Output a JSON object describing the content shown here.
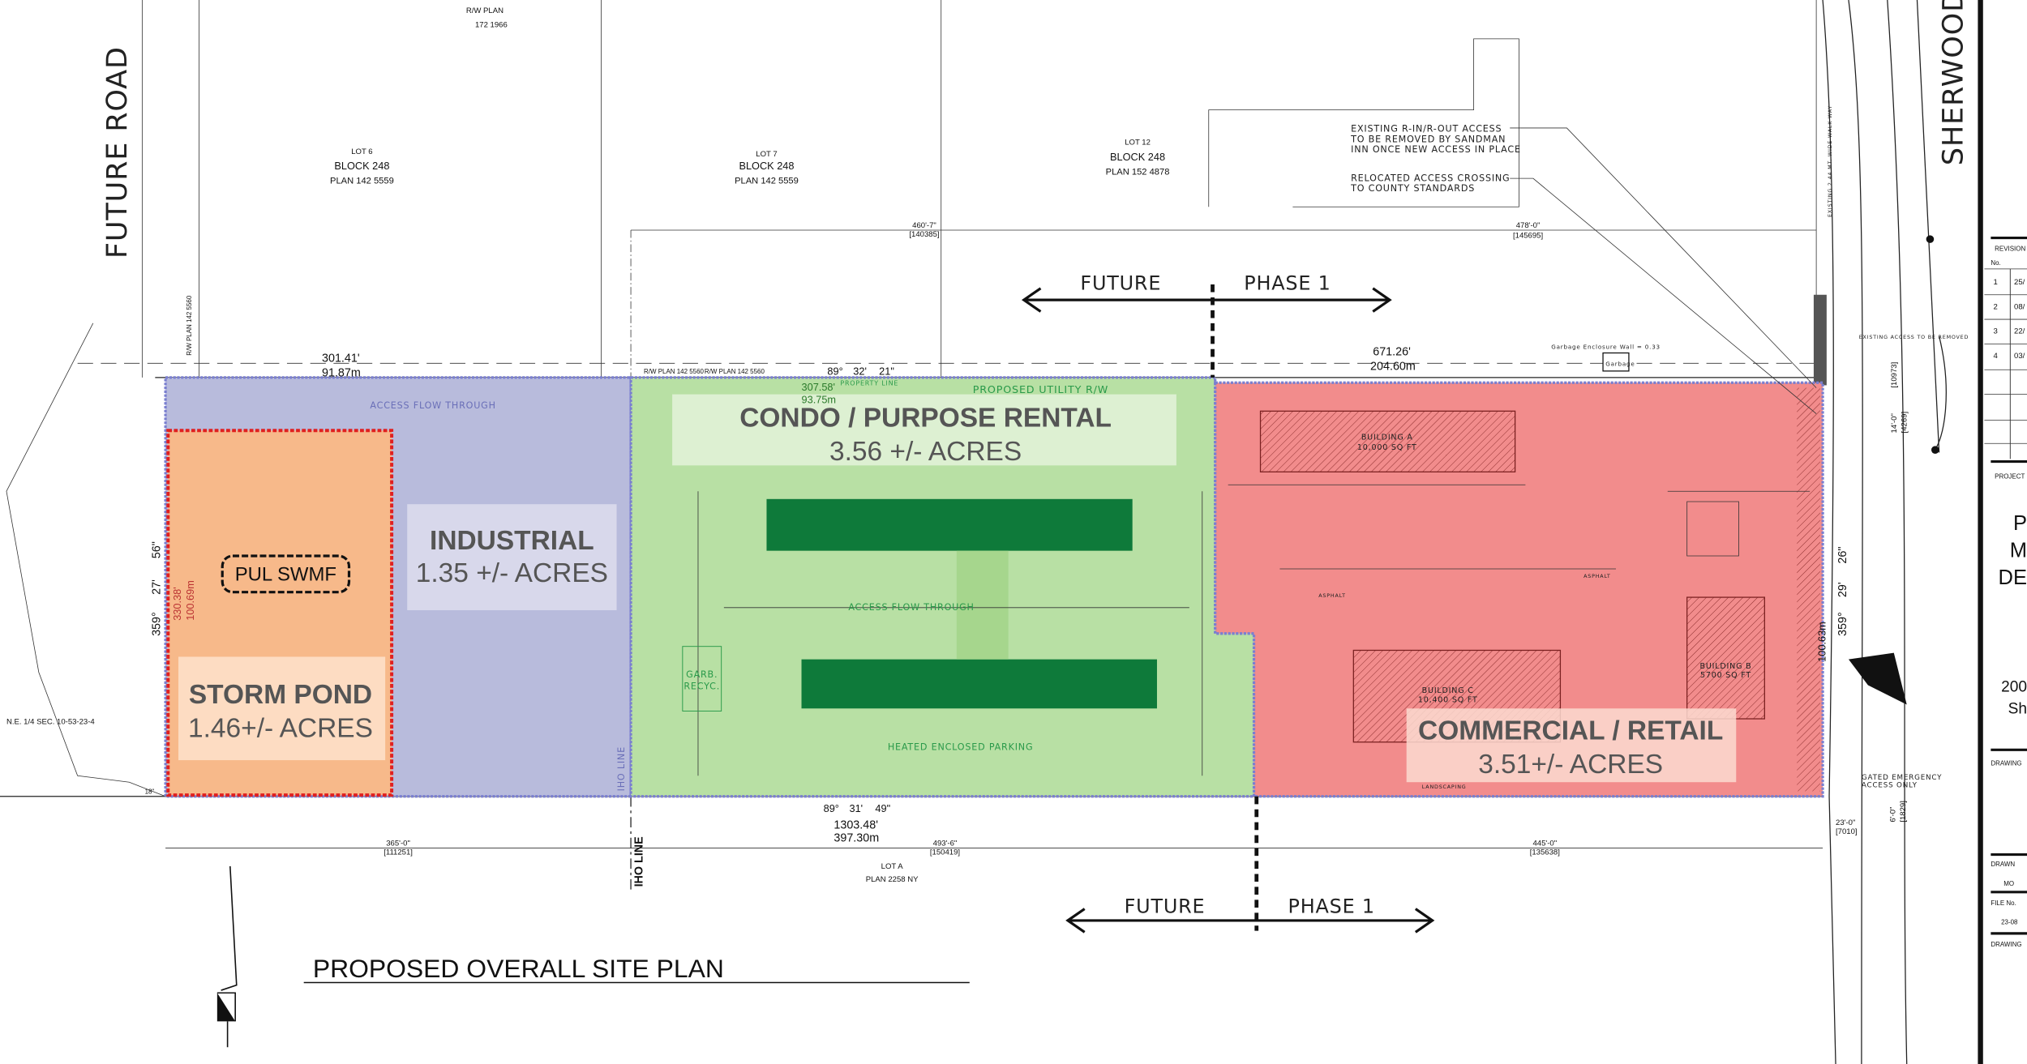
{
  "drawing_title": "PROPOSED OVERALL SITE PLAN",
  "roads": {
    "west": "FUTURE ROAD",
    "east": "SHERWOOD"
  },
  "lots": [
    {
      "lot": "LOT 6",
      "block": "BLOCK 248",
      "plan": "PLAN 142 5559"
    },
    {
      "lot": "LOT 7",
      "block": "BLOCK 248",
      "plan": "PLAN 142 5559"
    },
    {
      "lot": "LOT 12",
      "block": "BLOCK 248",
      "plan": "PLAN 152 4878"
    },
    {
      "lot": "LOT A",
      "plan": "PLAN 2258 NY"
    }
  ],
  "rw_plan_top": {
    "label": "R/W PLAN",
    "number": "172 1966"
  },
  "rw_plan_vertical": "R/W PLAN 142 5560",
  "rw_plan_boundary": [
    "R/W PLAN 142 5560",
    "R/W PLAN 142 5560"
  ],
  "quarter_section": "N.E. 1/4 SEC. 10-53-23-4",
  "zones": {
    "storm": {
      "title": "STORM POND",
      "area": "1.46+/- ACRES",
      "tag": "PUL SWMF",
      "color": "#f7b98a"
    },
    "industrial": {
      "title": "INDUSTRIAL",
      "area": "1.35 +/- ACRES",
      "color": "#b8bbdc"
    },
    "condo": {
      "title": "CONDO / PURPOSE RENTAL",
      "area": "3.56 +/- ACRES",
      "color": "#b8e0a4"
    },
    "commercial": {
      "title": "COMMERCIAL / RETAIL",
      "area": "3.51+/- ACRES",
      "color": "#f28c8c"
    }
  },
  "phase_markers": {
    "future": "FUTURE",
    "phase": "PHASE 1"
  },
  "notes": {
    "access_removed": [
      "EXISTING R-IN/R-OUT ACCESS",
      "TO BE REMOVED BY SANDMAN",
      "INN ONCE NEW ACCESS IN PLACE"
    ],
    "access_crossing": [
      "RELOCATED ACCESS CROSSING",
      "TO COUNTY STANDARDS"
    ],
    "existing_access": "EXISTING ACCESS TO BE REMOVED",
    "gated": [
      "GATED EMERGENCY",
      "ACCESS ONLY"
    ],
    "garbage_wall": "Garbage Enclosure Wall = 0.33",
    "garbage": "Garbage",
    "walkway": "EXISTING 2.44 MT. WIDE WALK WAY",
    "access_flow": "ACCESS FLOW THROUGH",
    "heated_parking": "HEATED ENCLOSED PARKING",
    "garb": [
      "GARB.",
      "RECYC."
    ],
    "iho_line": "IHO LINE",
    "utility": "PROPOSED UTILITY R/W",
    "property_line": "PROPERTY LINE",
    "asphalt": "ASPHALT",
    "landscaping": "LANDSCAPING"
  },
  "buildings": [
    {
      "name": "BUILDING A",
      "area": "10,000 SQ FT"
    },
    {
      "name": "BUILDING B",
      "area": "5700 SQ FT"
    },
    {
      "name": "BUILDING C",
      "area": "10,400 SQ FT"
    }
  ],
  "dimensions": {
    "west_top": [
      "301.41'",
      "91.87m"
    ],
    "mid_top": [
      "460'-7\"",
      "[140385]"
    ],
    "east_top_a": [
      "478'-0\"",
      "[145695]"
    ],
    "north_bearing": [
      "89°",
      "32'",
      "21\""
    ],
    "north_total": [
      "671.26'",
      "204.60m"
    ],
    "condo_north": [
      "307.58'",
      "93.75m"
    ],
    "south_bearing": [
      "89°",
      "31'",
      "49\""
    ],
    "south_total": [
      "1303.48'",
      "397.30m"
    ],
    "south_west": [
      "365'-0\"",
      "[111251]"
    ],
    "south_mid": [
      "493'-6\"",
      "[150419]"
    ],
    "south_east": [
      "445'-0\"",
      "[135638]"
    ],
    "west_bearing": [
      "359°",
      "27'",
      "56\""
    ],
    "west_len": [
      "330.38'",
      "100.69m"
    ],
    "east_bearing": [
      "359°",
      "29'",
      "26\""
    ],
    "east_len": "100.63m",
    "east_offset": [
      "23'-0\"",
      "[7010]"
    ],
    "ne_offset": [
      "14'-0\"",
      "[4269]"
    ],
    "ne_offset2": "[10973]",
    "se_offset": [
      "6'-0\"",
      "[1829]"
    ],
    "corner": "18\""
  },
  "title_block": {
    "revision_header": "REVISION",
    "no_header": "No.",
    "revisions": [
      {
        "no": "1",
        "date": "25/"
      },
      {
        "no": "2",
        "date": "08/"
      },
      {
        "no": "3",
        "date": "22/"
      },
      {
        "no": "4",
        "date": "03/"
      }
    ],
    "project_label": "PROJECT",
    "project_lines": [
      "P",
      "M",
      "DE"
    ],
    "address_lines": [
      "200",
      "Sh"
    ],
    "drawing_label": "DRAWING",
    "drawn_label": "DRAWN",
    "drawn_by": "MO",
    "file_label": "FILE No.",
    "file_no": "23-08",
    "drawing_label2": "DRAWING"
  }
}
